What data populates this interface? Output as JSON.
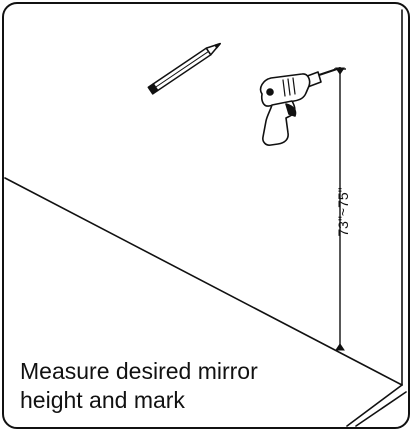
{
  "instruction": {
    "line1": "Measure desired mirror",
    "line2": "height and mark"
  },
  "measurement": {
    "label": "73\"~75\""
  },
  "icons": {
    "pencil": "pencil-icon",
    "drill": "drill-icon"
  },
  "colors": {
    "stroke": "#111111",
    "background": "#ffffff"
  }
}
